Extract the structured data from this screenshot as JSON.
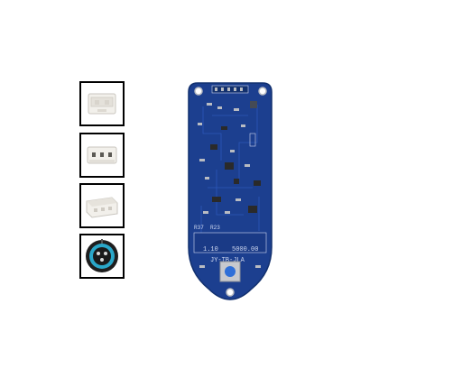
{
  "colors": {
    "pcb_blue": "#1c3f8f",
    "pcb_dark": "#12306e",
    "silkscreen": "#cfd8f0",
    "pad_silver": "#b9bcc2",
    "button_blue": "#2f6fd8",
    "connector_white": "#f2f0eb",
    "connector_cyan": "#2aa7c9",
    "thumb_border": "#000000"
  },
  "thumbnails": [
    {
      "icon": "white-2-pin-connector-icon"
    },
    {
      "icon": "white-3-pin-connector-icon"
    },
    {
      "icon": "white-3-pin-side-connector-icon"
    },
    {
      "icon": "round-waterproof-connector-icon"
    }
  ],
  "board": {
    "icon": "circuit-board-image",
    "labels": {
      "version": "1.10",
      "model": "5000.00",
      "part": "JY-TB-JLA",
      "ref_1": "R37",
      "ref_2": "R23"
    }
  }
}
